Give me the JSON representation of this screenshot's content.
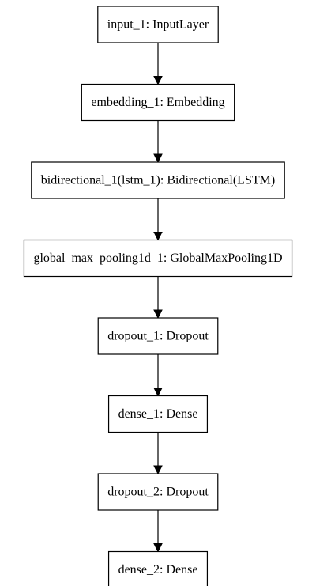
{
  "diagram": {
    "nodes": [
      {
        "id": "input_1",
        "label": "input_1: InputLayer"
      },
      {
        "id": "embedding_1",
        "label": "embedding_1: Embedding"
      },
      {
        "id": "bidirectional_1",
        "label": "bidirectional_1(lstm_1): Bidirectional(LSTM)"
      },
      {
        "id": "global_max_pooling1d_1",
        "label": "global_max_pooling1d_1: GlobalMaxPooling1D"
      },
      {
        "id": "dropout_1",
        "label": "dropout_1: Dropout"
      },
      {
        "id": "dense_1",
        "label": "dense_1: Dense"
      },
      {
        "id": "dropout_2",
        "label": "dropout_2: Dropout"
      },
      {
        "id": "dense_2",
        "label": "dense_2: Dense"
      }
    ],
    "edges": [
      {
        "from": "input_1",
        "to": "embedding_1"
      },
      {
        "from": "embedding_1",
        "to": "bidirectional_1"
      },
      {
        "from": "bidirectional_1",
        "to": "global_max_pooling1d_1"
      },
      {
        "from": "global_max_pooling1d_1",
        "to": "dropout_1"
      },
      {
        "from": "dropout_1",
        "to": "dense_1"
      },
      {
        "from": "dense_1",
        "to": "dropout_2"
      },
      {
        "from": "dropout_2",
        "to": "dense_2"
      }
    ]
  }
}
